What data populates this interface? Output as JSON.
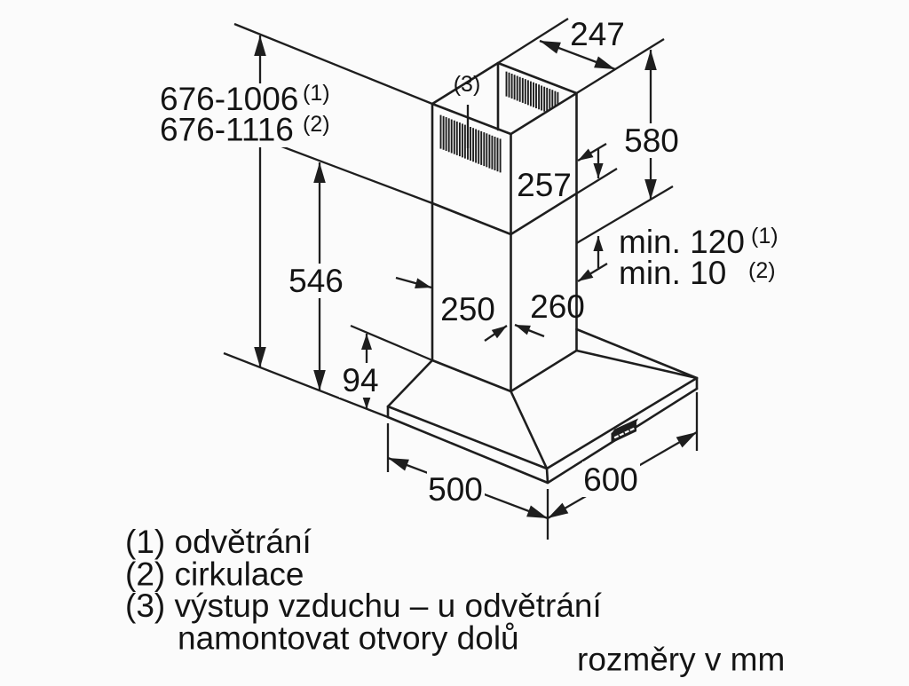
{
  "diagram": {
    "type": "technical dimension drawing",
    "subject": "wall-mounted chimney cooker hood with telescopic flue duct",
    "language": "cs",
    "colors": {
      "line": "#1e1e1e",
      "text": "#141414",
      "background": "#fbfbfb"
    }
  },
  "labels": {
    "height_range_1": "676-1006",
    "height_range_1_ref": "(1)",
    "height_range_2": "676-1116",
    "height_range_2_ref": "(2)",
    "lower_height": "546",
    "canopy_height": "94",
    "outlet_ref": "(3)",
    "top_depth": "247",
    "upper_duct_height": "580",
    "upper_duct_width": "257",
    "min_1": "min. 120",
    "min_1_ref": "(1)",
    "min_2": "min. 10",
    "min_2_ref": "(2)",
    "duct_depth": "250",
    "duct_width": "260",
    "base_depth": "500",
    "base_width": "600",
    "units_note": "rozměry v mm"
  },
  "legend": {
    "line1": "(1) odvětrání",
    "line2": "(2) cirkulace",
    "line3": "(3) výstup vzduchu – u odvětrání",
    "line3_cont": "namontovat otvory dolů",
    "items": [
      {
        "ref": "(1)",
        "meaning": "odvětrání"
      },
      {
        "ref": "(2)",
        "meaning": "cirkulace"
      },
      {
        "ref": "(3)",
        "meaning": "výstup vzduchu – u odvětrání namontovat otvory dolů"
      }
    ]
  }
}
